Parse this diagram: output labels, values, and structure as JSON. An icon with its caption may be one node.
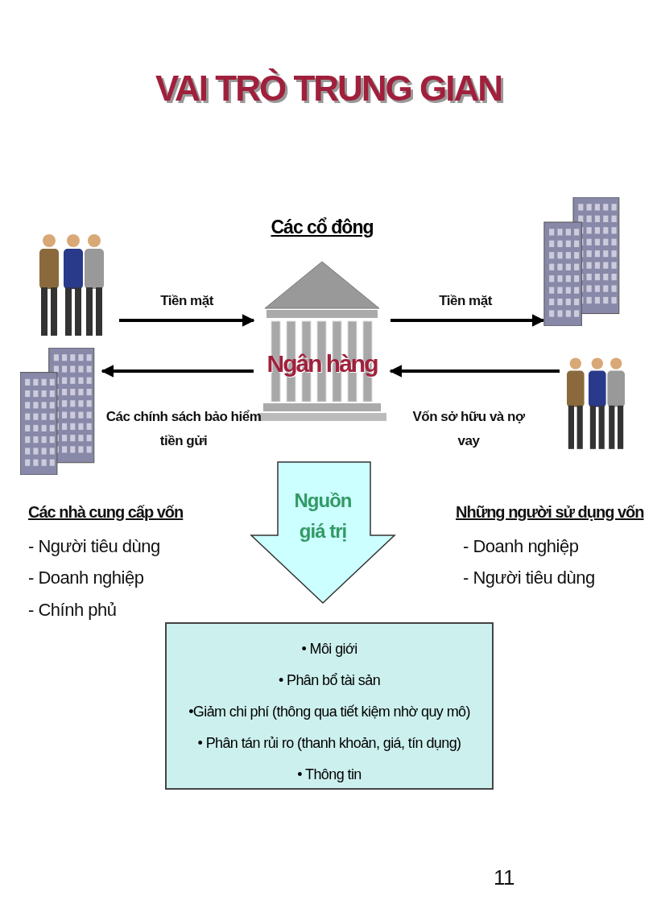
{
  "diagram": {
    "title": "VAI TRÒ TRUNG GIAN",
    "nodes": [
      {
        "text": [],
        "shape": "person"
      },
      {
        "text": [
          "Các cổ đông",
          "Ngân hàng"
        ]
      },
      {
        "text": [],
        "shape": "picture"
      },
      {
        "text": [],
        "shape": "picture"
      },
      {
        "text": [],
        "shape": "person"
      },
      {
        "text": [
          "Nguồn giá trị"
        ]
      },
      {
        "text": [
          "• Môi giới",
          "• Phân bổ tài sản",
          "•Giảm chi phí (thông qua tiết kiệm nhờ quy mô)",
          "• Phân tán rủi ro (thanh khoản, giá, tín dụng)",
          "• Thông tin"
        ]
      }
    ],
    "edges": [
      {
        "from": 0,
        "to": 1,
        "arrow": "to",
        "label": "Tiền mặt"
      },
      {
        "from": 1,
        "to": 2,
        "arrow": "to",
        "label": "Tiền mặt"
      },
      {
        "from": 1,
        "to": 3,
        "arrow": "to",
        "label": "Các chính sách bảo hiểm tiền gửi"
      },
      {
        "from": 4,
        "to": 1,
        "arrow": "to",
        "label": "Vốn sở hữu và nợ vay"
      }
    ],
    "labels": [
      "Các nhà cung cấp vốn",
      "- Người tiêu dùng",
      "- Doanh nghiệp",
      "- Chính phủ",
      "Những người sử dụng vốn",
      "- Doanh nghiệp",
      "- Người tiêu dùng",
      "11"
    ]
  }
}
